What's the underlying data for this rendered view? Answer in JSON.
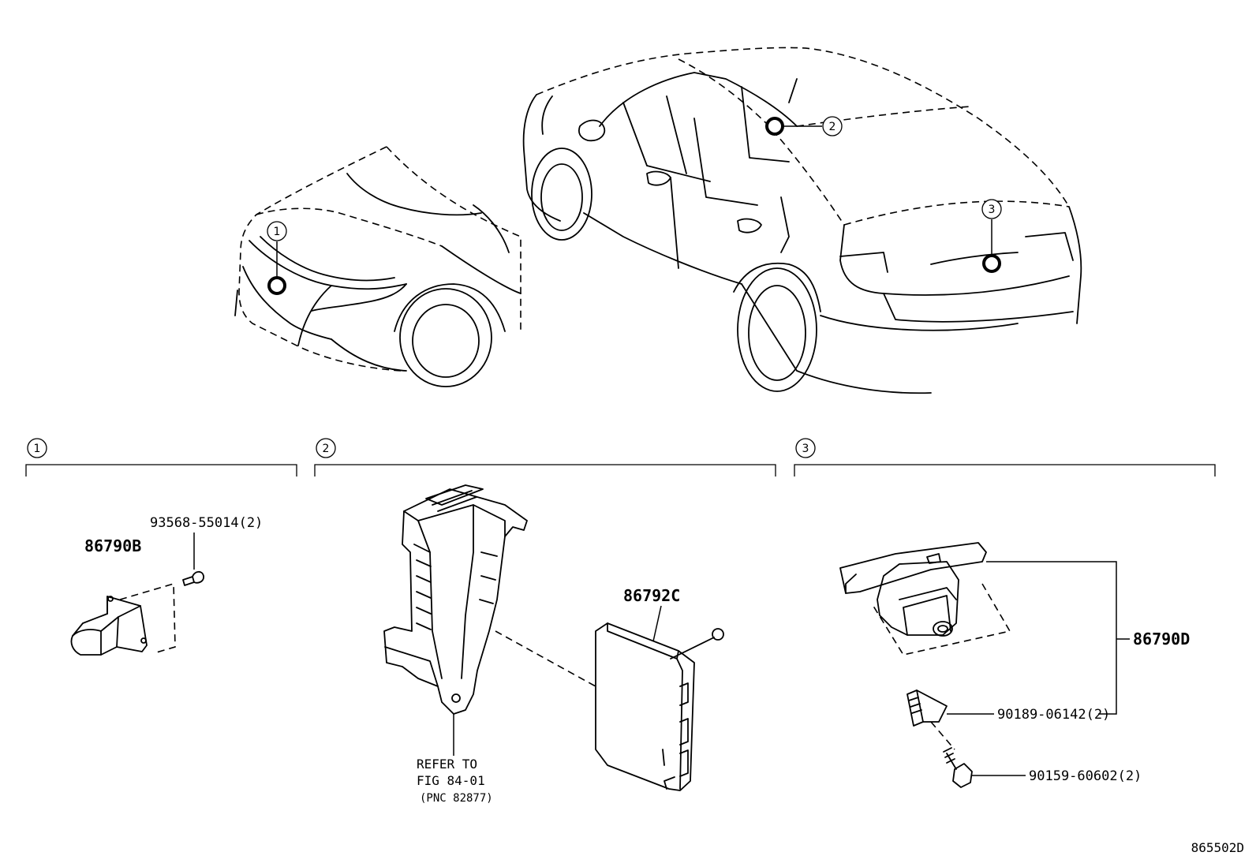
{
  "locators": [
    {
      "id": "1",
      "label": "1"
    },
    {
      "id": "2",
      "label": "2"
    },
    {
      "id": "3",
      "label": "3"
    }
  ],
  "sections": [
    {
      "label": "1"
    },
    {
      "label": "2"
    },
    {
      "label": "3"
    }
  ],
  "parts": {
    "p86790B": "86790B",
    "p93568": "93568-55014(2)",
    "p86792C": "86792C",
    "refer_line1": "REFER TO",
    "refer_line2": "FIG 84-01",
    "refer_line3": "(PNC 82877)",
    "p86790D": "86790D",
    "p90189": "90189-06142(2)",
    "p90159": "90159-60602(2)"
  },
  "figure_id": "865502D"
}
